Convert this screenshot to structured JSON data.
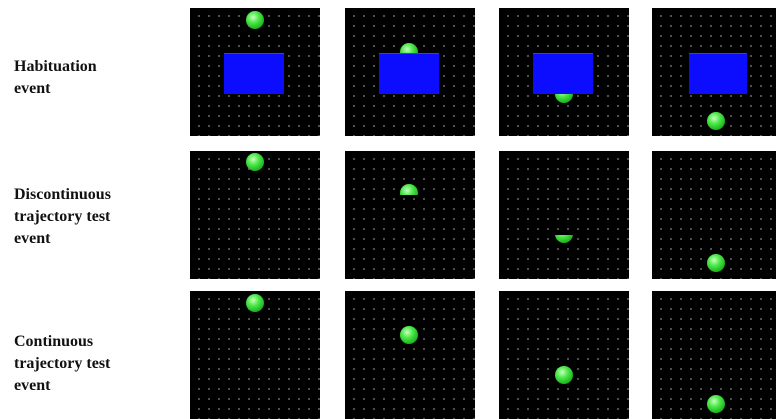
{
  "rows": [
    {
      "label_lines": [
        "Habituation",
        "event"
      ]
    },
    {
      "label_lines": [
        "Discontinuous",
        "trajectory test",
        "event"
      ]
    },
    {
      "label_lines": [
        "Continuous",
        "trajectory test",
        "event"
      ]
    }
  ],
  "colors": {
    "background": "#000000",
    "ball": "#4de84a",
    "occluder": "#0c0cff",
    "grid_dots": "#b8b8b8"
  }
}
